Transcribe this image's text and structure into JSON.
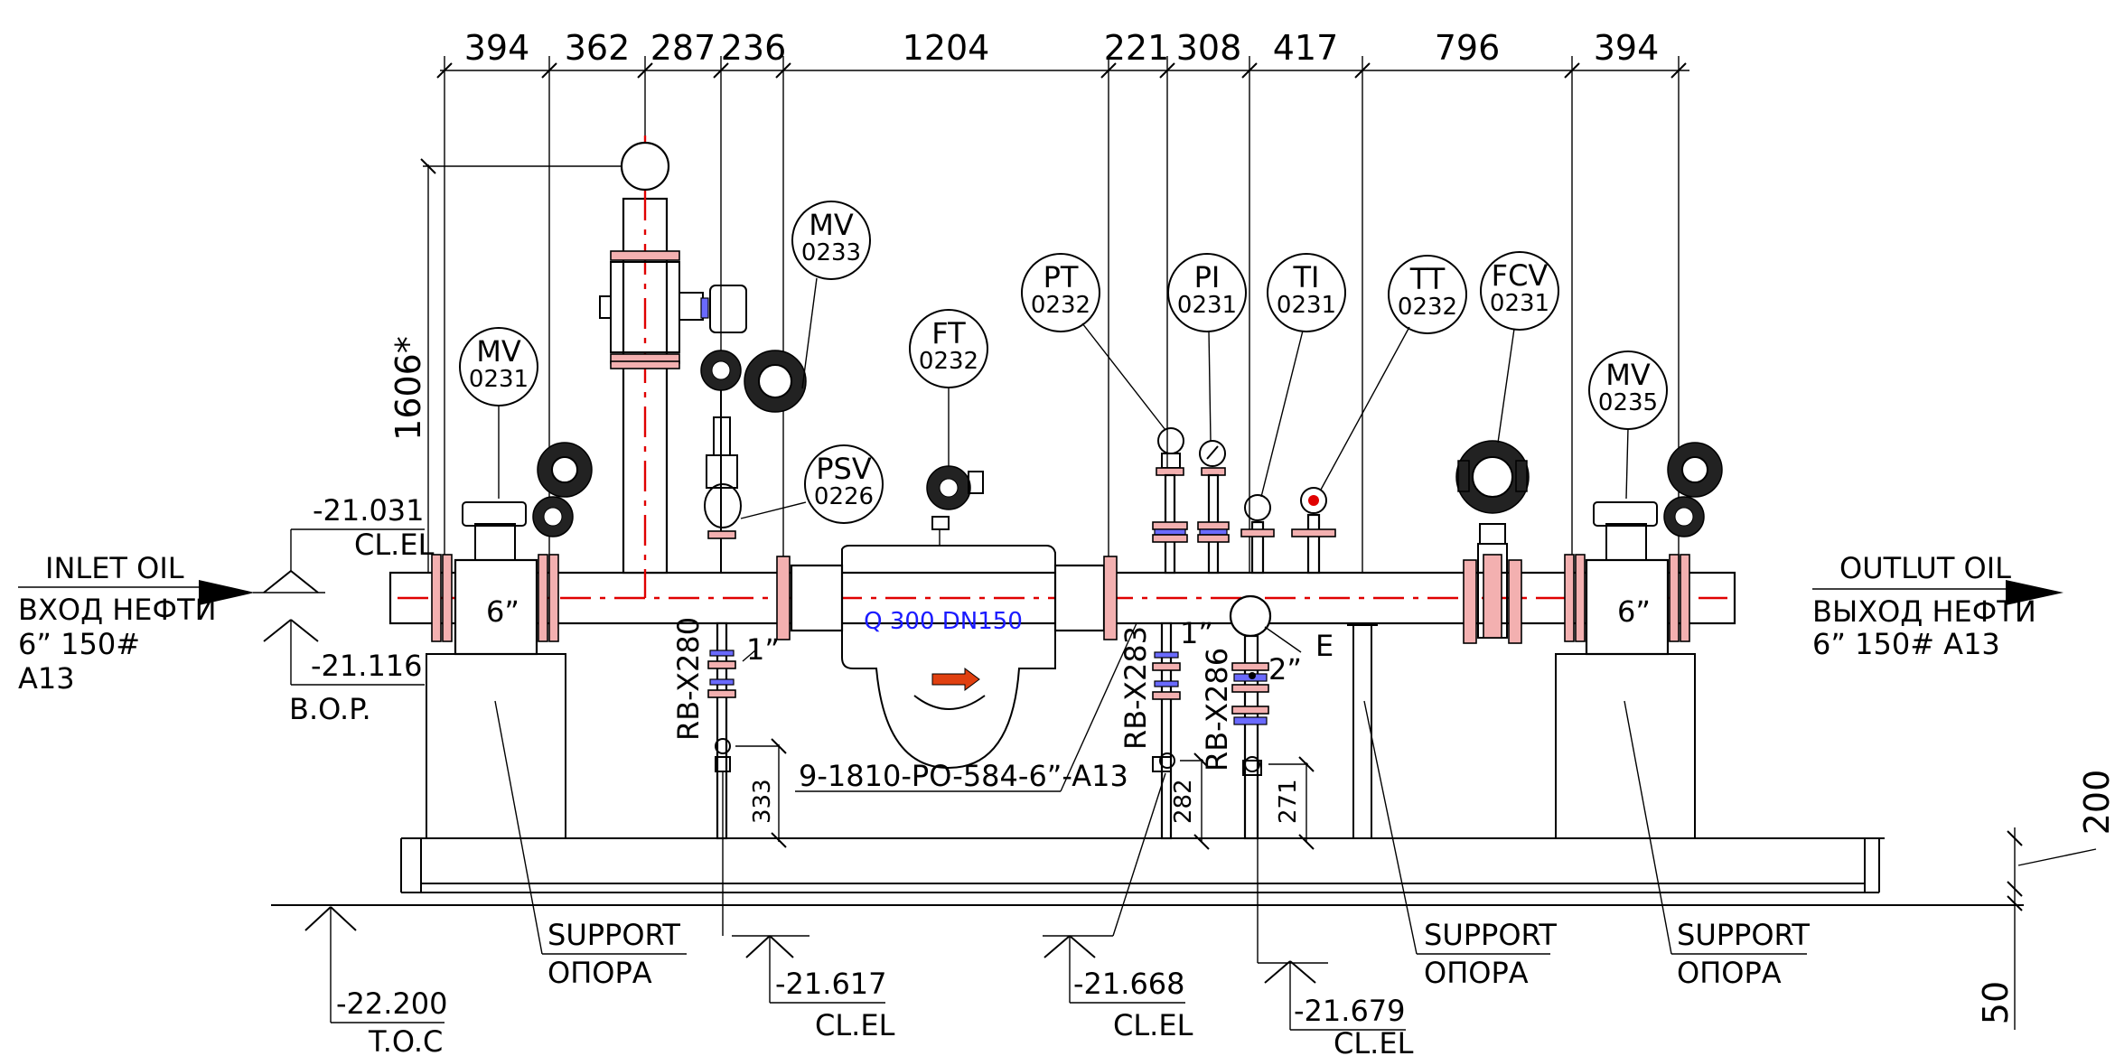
{
  "dimensions": [
    "394",
    "362",
    "287",
    "236",
    "1204",
    "221",
    "308",
    "417",
    "796",
    "394"
  ],
  "height_dim": "1606*",
  "right_dims": [
    "200",
    "50"
  ],
  "inlet": {
    "title": "INLET OIL",
    "ru": "ВХОД НЕФТИ",
    "spec1": "6” 150#",
    "spec2": "A13"
  },
  "outlet": {
    "title": "OUTLUT OIL",
    "ru": "ВЫХОД НЕФТИ",
    "spec": "6” 150# A13"
  },
  "elevations": {
    "cl_top": {
      "value": "-21.031",
      "label": "CL.EL"
    },
    "bop": {
      "value": "-21.116",
      "label": "B.O.P."
    },
    "toc": {
      "value": "-22.200",
      "label": "T.O.C"
    },
    "drain1": {
      "value": "-21.617",
      "label": "CL.EL"
    },
    "drain2": {
      "value": "-21.668",
      "label": "CL.EL"
    },
    "drain3": {
      "value": "-21.679",
      "label": "CL.EL"
    }
  },
  "tags": [
    {
      "name": "MV",
      "num": "0231"
    },
    {
      "name": "MV",
      "num": "0233"
    },
    {
      "name": "PSV",
      "num": "0226"
    },
    {
      "name": "FT",
      "num": "0232"
    },
    {
      "name": "PT",
      "num": "0232"
    },
    {
      "name": "PI",
      "num": "0231"
    },
    {
      "name": "TI",
      "num": "0231"
    },
    {
      "name": "TT",
      "num": "0232"
    },
    {
      "name": "FCV",
      "num": "0231"
    },
    {
      "name": "MV",
      "num": "0235"
    }
  ],
  "sizes": {
    "s6a": "6”",
    "s6b": "6”",
    "s1a": "1”",
    "s1b": "1”",
    "s2": "2”"
  },
  "lines": {
    "rb280": "RB-X280",
    "rb283": "RB-X283",
    "rb286": "RB-X286",
    "main": "9-1810-PO-584-6”-A13"
  },
  "meter": "Q 300 DN150",
  "drain_dims": [
    "333",
    "282",
    "271"
  ],
  "point_e": "E",
  "supports": [
    {
      "en": "SUPPORT",
      "ru": "ОПОРА"
    },
    {
      "en": "SUPPORT",
      "ru": "ОПОРА"
    },
    {
      "en": "SUPPORT",
      "ru": "ОПОРА"
    }
  ]
}
